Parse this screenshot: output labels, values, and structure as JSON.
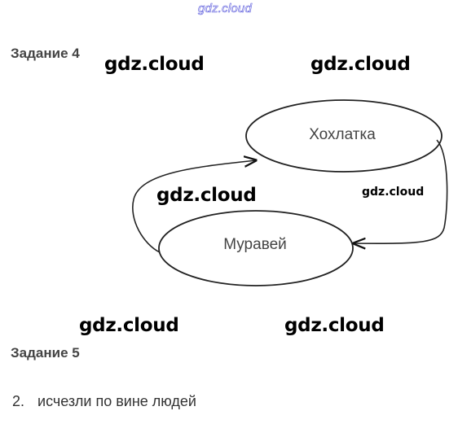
{
  "watermark_top": "gdz.cloud",
  "task4": {
    "heading": "Задание 4"
  },
  "diagram": {
    "node_top": "Хохлатка",
    "node_bottom": "Муравей"
  },
  "watermarks": [
    "gdz.cloud",
    "gdz.cloud",
    "gdz.cloud",
    "gdz.cloud",
    "gdz.cloud",
    "gdz.cloud"
  ],
  "task5": {
    "heading": "Задание 5",
    "answer_number": "2.",
    "answer_text": "исчезли по вине людей"
  }
}
